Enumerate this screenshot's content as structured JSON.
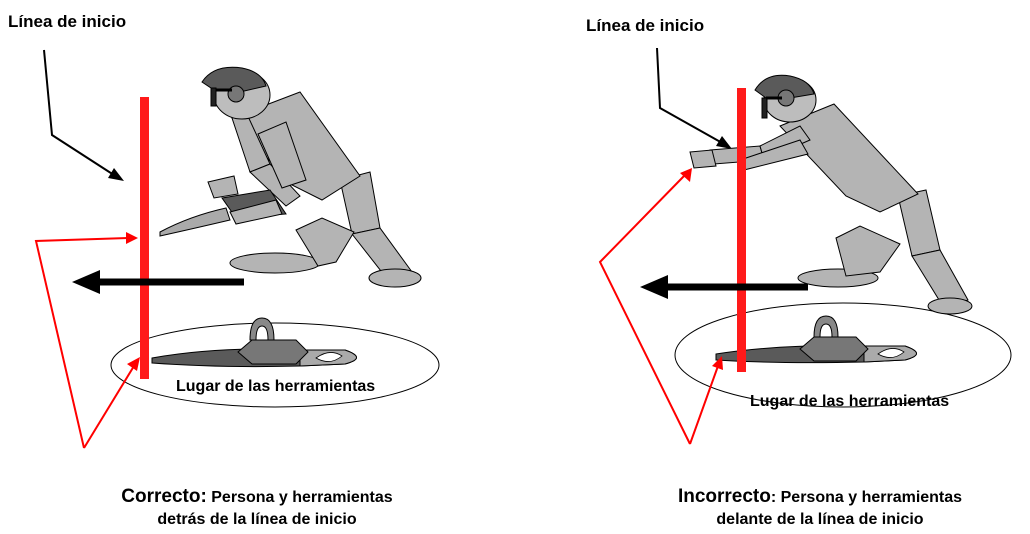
{
  "panels": [
    {
      "start_line_label": "Línea de inicio",
      "tools_area_label": "Lugar de las herramientas",
      "verdict": "Correcto:",
      "caption_rest": " Persona y herramientas",
      "caption_line2": "detrás de la línea de inicio"
    },
    {
      "start_line_label": "Línea de inicio",
      "tools_area_label": "Lugar de las herramientas",
      "verdict": "Incorrecto",
      "caption_rest": ": Persona y herramientas",
      "caption_line2": "delante de la línea de inicio"
    }
  ],
  "colors": {
    "start_line": "#ff1a1a",
    "pointer_red": "#ff0000",
    "direction_arrow": "#000000",
    "figure_fill": "#b4b4b4",
    "figure_dark": "#5a5a5a",
    "figure_outline": "#000000"
  }
}
